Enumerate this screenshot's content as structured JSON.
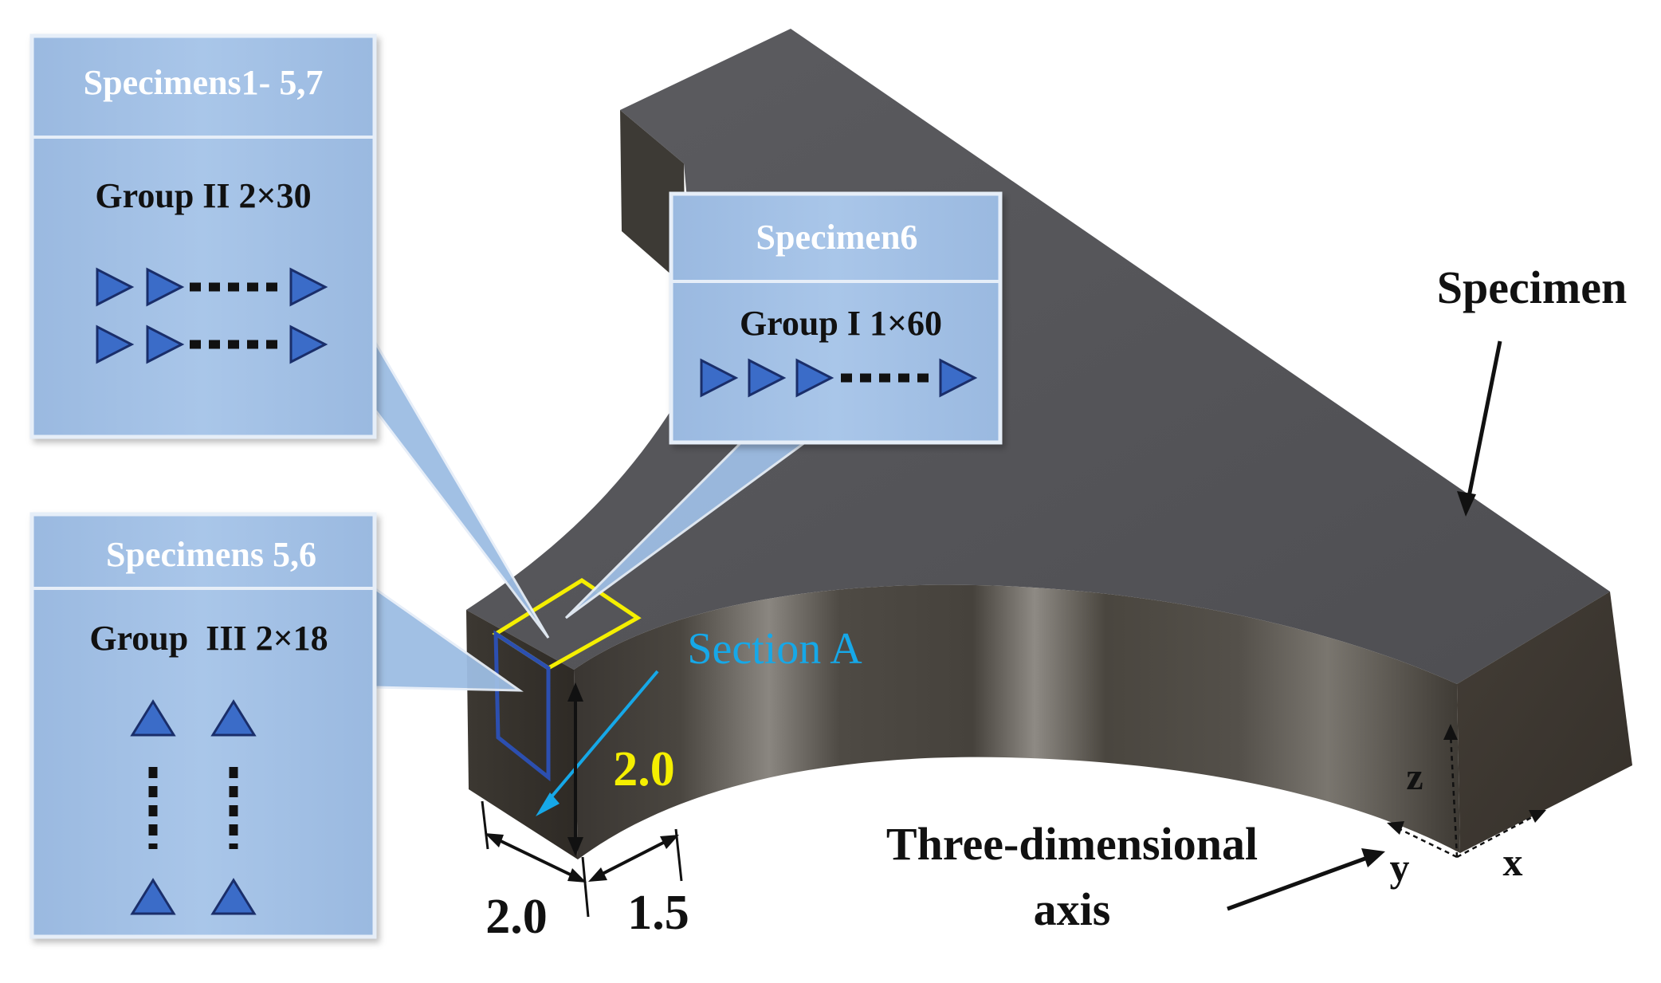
{
  "callouts": {
    "specimens_1_5_7": {
      "title": "Specimens1- 5,7",
      "group": "Group II 2×30"
    },
    "specimen_6": {
      "title": "Specimen6",
      "group": "Group I 1×60"
    },
    "specimens_5_6": {
      "title": "Specimens 5,6",
      "group": "Group  III 2×18"
    }
  },
  "labels": {
    "specimen": "Specimen",
    "section": "Section A",
    "axis_title_line1": "Three-dimensional",
    "axis_title_line2": "axis",
    "axis_x": "x",
    "axis_y": "y",
    "axis_z": "z"
  },
  "dimensions": {
    "height": "2.0",
    "width": "2.0",
    "depth": "1.5"
  },
  "colors": {
    "callout_fill": "#9dbde3",
    "callout_header": "#8fb2de",
    "callout_border": "#e6eef8",
    "triangle": "#3b6cc8",
    "specimen_top": "#58585c",
    "specimen_side": "#3a3630",
    "section_outline": "#f5ef00",
    "section_side": "#2c4fb0",
    "section_label": "#16a8e8",
    "dim_height": "#f5ef00"
  },
  "icons": [
    "triangle-right-icon",
    "triangle-up-icon",
    "arrow-icon"
  ]
}
